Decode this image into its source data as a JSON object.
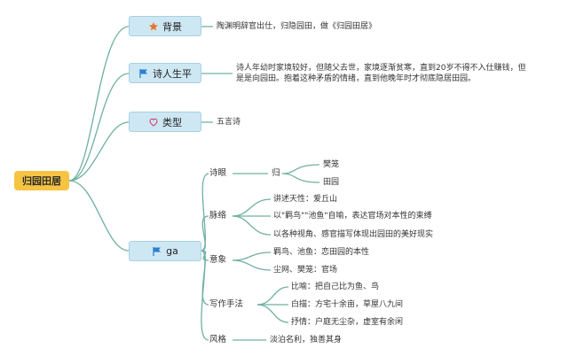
{
  "root": "归园田居",
  "background": {
    "label": "背景",
    "icon": "star-icon",
    "text": "陶渊明辞官出仕，归隐园田，做《归园田居》"
  },
  "poet": {
    "label": "诗人生平",
    "icon": "flag-icon",
    "text": "诗人年幼时家境较好，但随父去世，家境逐渐贫寒，直到20岁不得不入仕赚钱，但是是向园田。抱着这种矛盾的情绪，直到他晚年时才彻底隐居田园。"
  },
  "type": {
    "label": "类型",
    "icon": "heart-icon",
    "text": "五言诗"
  },
  "ga": {
    "label": "ga",
    "icon": "flag-icon",
    "shiyan": {
      "label": "诗眼",
      "key": "归",
      "items": [
        "樊笼",
        "田园"
      ]
    },
    "mailuo": {
      "label": "脉络",
      "items": [
        "讲述天性：爱丘山",
        "以\"羁鸟\"\"池鱼\"自喻，表达官场对本性的束缚",
        "以各种视角、感官描写体现出园田的美好现实"
      ]
    },
    "yixiang": {
      "label": "意象",
      "items": [
        "羁鸟、池鱼：恋田园的本性",
        "尘网、樊笼：官场"
      ]
    },
    "xiezuo": {
      "label": "写作手法",
      "items": [
        "比喻：把自己比为鱼、鸟",
        "白描：方宅十余亩，草屋八九间",
        "抒情：户庭无尘杂，虚室有余闲"
      ]
    },
    "fengge": {
      "label": "风格",
      "text": "淡泊名利，独善其身"
    }
  },
  "colors": {
    "root": "#f6c343",
    "node": "#cde7f3",
    "line": "#6fb0a0"
  }
}
